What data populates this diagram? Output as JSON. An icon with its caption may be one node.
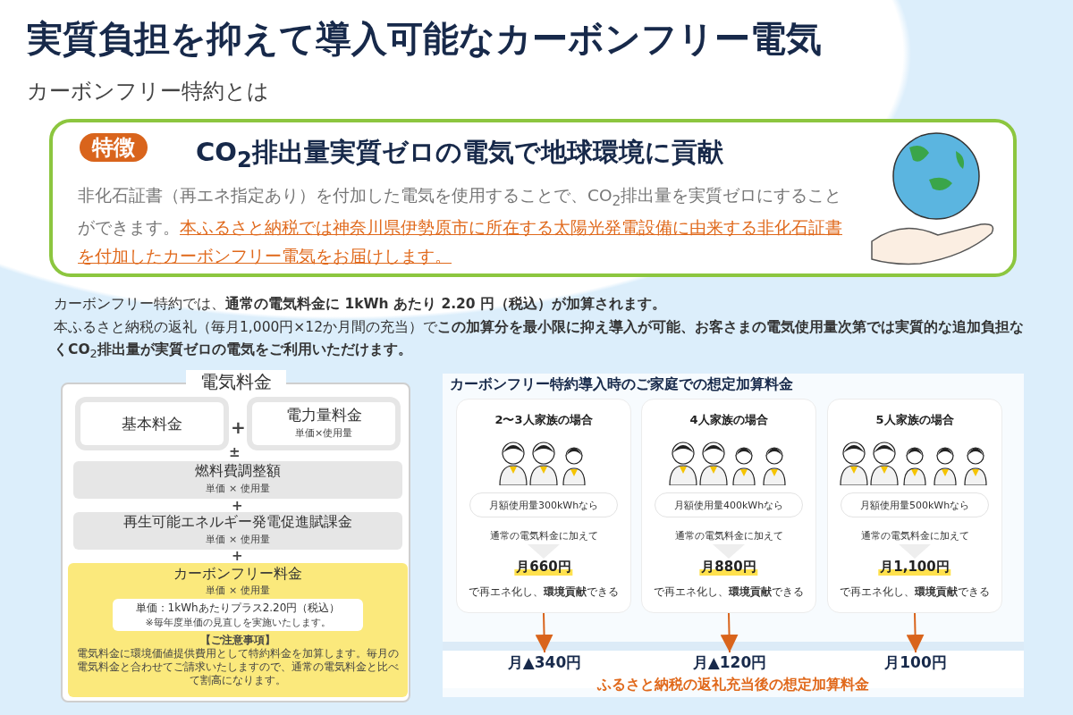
{
  "diagram": {
    "title": "実質負担を抑えて導入可能なカーボンフリー電気",
    "nodes": [
      {
        "text": [
          "特徴",
          "CO$_{2}$排出量実質ゼロの電気で地球環境に貢献",
          "非化石証書（再エネ指定あり）を付加した電気を使用することで、CO$_{2}$排出量を実質ゼロにすることができます。",
          "本ふるさと納税では神奈川県伊勢原市に所在する太陽光発電設備に由来する非化石証書を付加したカーボンフリー電気をお届けします。"
        ]
      },
      {
        "text": [
          "電気料金"
        ]
      },
      {
        "text": [
          "基本料金"
        ],
        "in": 1
      },
      {
        "text": [
          "電力量料金",
          "単価×使用量"
        ],
        "in": 1
      },
      {
        "text": [
          "燃料費調整額",
          "単価 × 使用量"
        ],
        "in": 1
      },
      {
        "text": [
          "再生可能エネルギー発電促進賦課金",
          "単価 × 使用量"
        ],
        "in": 1
      },
      {
        "text": [
          "カーボンフリー料金",
          "単価 × 使用量",
          "【ご注意事項】",
          "電気料金に環境価値提供費用として特約料金を加算します。毎月の電気料金と合わせてご請求いたしますので、通常の電気料金と比べて割高になります。"
        ],
        "in": 1
      },
      {
        "text": [
          "単価：1kWhあたりプラス2.20円（税込）",
          "※毎年度単価の見直しを実施いたします。"
        ],
        "in": 6
      },
      {
        "text": [
          "カーボンフリー特約導入時のご家庭での想定加算料金"
        ]
      },
      {
        "text": [
          "2〜3人家族の場合",
          "通常の電気料金に加えて",
          "月660円",
          "で再エネ化し、**環境貢献**できる"
        ],
        "in": 8
      },
      {
        "text": [
          "月額使用量300kWhなら"
        ],
        "in": 9
      },
      {
        "text": [
          "4人家族の場合",
          "通常の電気料金に加えて",
          "月880円",
          "で再エネ化し、**環境貢献**できる"
        ],
        "in": 8
      },
      {
        "text": [
          "月額使用量400kWhなら"
        ],
        "in": 11
      },
      {
        "text": [
          "5人家族の場合",
          "通常の電気料金に加えて",
          "月1,100円",
          "で再エネ化し、**環境貢献**できる"
        ],
        "in": 8
      },
      {
        "text": [
          "月額使用量500kWhなら"
        ],
        "in": 13
      },
      {
        "text": [
          "ふるさと納税の返礼充当後の想定加算料金"
        ],
        "in": 8
      },
      {
        "text": [
          "月▲340円"
        ],
        "in": 15
      },
      {
        "text": [
          "月▲120円"
        ],
        "in": 15
      },
      {
        "text": [
          "月100円"
        ],
        "in": 15
      }
    ],
    "edges": [
      {
        "from": 9,
        "to": 16,
        "arrow": "to"
      },
      {
        "from": 11,
        "to": 17,
        "arrow": "to"
      },
      {
        "from": 13,
        "to": 18,
        "arrow": "to"
      }
    ],
    "labels": [
      "カーボンフリー特約とは",
      "カーボンフリー特約では、**通常の電気料金に 1kWh あたり 2.20 円（税込）が加算されます。**",
      "本ふるさと納税の返礼（毎月1,000円×12か月間の充当）で**この加算分を最小限に抑え導入が可能、お客さまの電気使用量次第では実質的な追加負担なくCO**$_{2}$**排出量が実質ゼロの電気をご利用いただけます。**",
      "+",
      "±",
      "+",
      "+"
    ]
  }
}
